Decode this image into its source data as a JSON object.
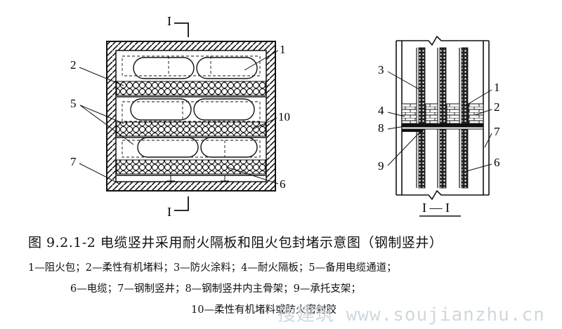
{
  "figure": {
    "plan_view": {
      "section_marker_top": "I",
      "section_marker_bottom": "I",
      "callouts": [
        "1",
        "2",
        "5",
        "10",
        "7",
        "6"
      ]
    },
    "section_view": {
      "callouts_left": [
        "3",
        "4",
        "8",
        "9"
      ],
      "callouts_right": [
        "1",
        "2",
        "7",
        "6"
      ],
      "section_label": "I — I"
    }
  },
  "caption": {
    "title": "图 9.2.1-2   电缆竖井采用耐火隔板和阻火包封堵示意图（钢制竖井）",
    "legend_line1": "1—阻火包；2—柔性有机堵料；3—防火涂料；4—耐火隔板；5—备用电缆通道；",
    "legend_line2": "6—电缆；7—钢制竖井；8—钢制竖井内主骨架；9—承托支架；",
    "legend_line3": "10—柔性有机堵料或防火密封胶"
  },
  "watermark": "搜建筑 www.soujianzhu.cn"
}
